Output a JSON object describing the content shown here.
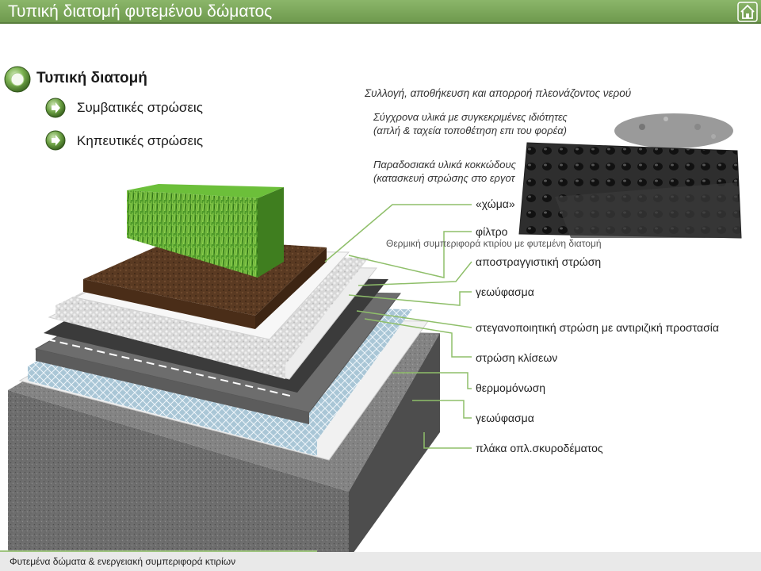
{
  "header": {
    "title": "Τυπική διατομή φυτεμένου δώματος"
  },
  "menu": {
    "heading": "Τυπική διατομή",
    "items": [
      {
        "label": "Συμβατικές στρώσεις"
      },
      {
        "label": "Κηπευτικές στρώσεις"
      }
    ]
  },
  "captions": {
    "drainage_title": "Συλλογή, αποθήκευση και απορροή πλεονάζοντος νερού",
    "modern_line1": "Σύγχρονα υλικά με συγκεκριμένες ιδιότητες",
    "modern_line2": "(απλή & ταχεία τοποθέτηση επι του φορέα)",
    "traditional_line1": "Παραδοσιακά υλικά κοκκώδους",
    "traditional_line2": "(κατασκευή στρώσης στο εργοτ"
  },
  "layers": [
    "«χώμα»",
    "φίλτρο",
    "αποστραγγιστική στρώση",
    "γεωύφασμα",
    "στεγανοποιητική στρώση με αντιριζική προστασία",
    "στρώση κλίσεων",
    "θερμομόνωση",
    "γεωύφασμα",
    "πλάκα οπλ.σκυροδέματος"
  ],
  "overlap_label": "Θερμική συμπεριφορά κτιρίου με φυτεμένη διατομή",
  "footer": {
    "text": "Φυτεμένα δώματα & ενεργειακή συμπεριφορά κτιρίων"
  },
  "colors": {
    "accent": "#7aa55a",
    "leader_line": "#8fbf6a",
    "footer_bg": "#e9e9e9"
  },
  "icons": {
    "home": "home-icon",
    "bullet": "green-round-bullet",
    "arrow": "green-arrow-bullet"
  }
}
